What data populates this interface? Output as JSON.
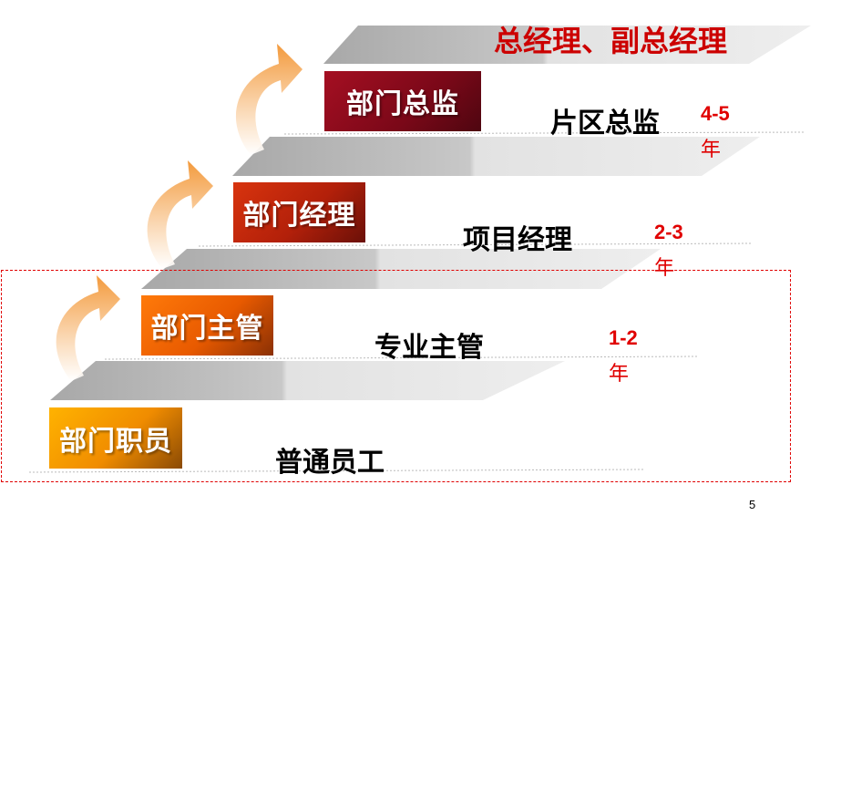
{
  "top": {
    "title": "总经理、副总经理"
  },
  "levels": [
    {
      "badge": "部门职员",
      "role": "普通员工",
      "years_num": "",
      "years_unit": ""
    },
    {
      "badge": "部门主管",
      "role": "专业主管",
      "years_num": "1-2",
      "years_unit": "年"
    },
    {
      "badge": "部门经理",
      "role": "项目经理",
      "years_num": "2-3",
      "years_unit": "年"
    },
    {
      "badge": "部门总监",
      "role": "片区总监",
      "years_num": "4-5",
      "years_unit": "年"
    }
  ],
  "page_number": "5",
  "colors": {
    "title_red": "#cc0000",
    "years_red": "#e00000",
    "badge_dark_red": "#8a0a18",
    "badge_red": "#c0260d",
    "badge_orange": "#f06a00",
    "badge_amber": "#f5a000",
    "arrow_orange": "#f4a04a"
  }
}
